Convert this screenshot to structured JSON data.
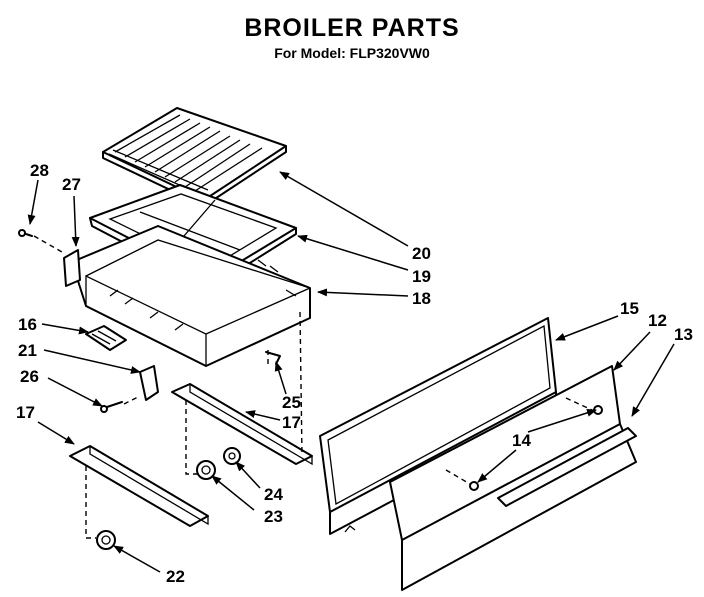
{
  "title": "BROILER PARTS",
  "subtitle": "For Model: FLP320VW0",
  "callouts": [
    {
      "id": "c28",
      "label": "28"
    },
    {
      "id": "c27",
      "label": "27"
    },
    {
      "id": "c20",
      "label": "20"
    },
    {
      "id": "c19",
      "label": "19"
    },
    {
      "id": "c18",
      "label": "18"
    },
    {
      "id": "c16",
      "label": "16"
    },
    {
      "id": "c21",
      "label": "21"
    },
    {
      "id": "c26",
      "label": "26"
    },
    {
      "id": "c25",
      "label": "25"
    },
    {
      "id": "c17a",
      "label": "17"
    },
    {
      "id": "c17b",
      "label": "17"
    },
    {
      "id": "c15",
      "label": "15"
    },
    {
      "id": "c12",
      "label": "12"
    },
    {
      "id": "c13",
      "label": "13"
    },
    {
      "id": "c14",
      "label": "14"
    },
    {
      "id": "c24",
      "label": "24"
    },
    {
      "id": "c23",
      "label": "23"
    },
    {
      "id": "c22",
      "label": "22"
    }
  ]
}
